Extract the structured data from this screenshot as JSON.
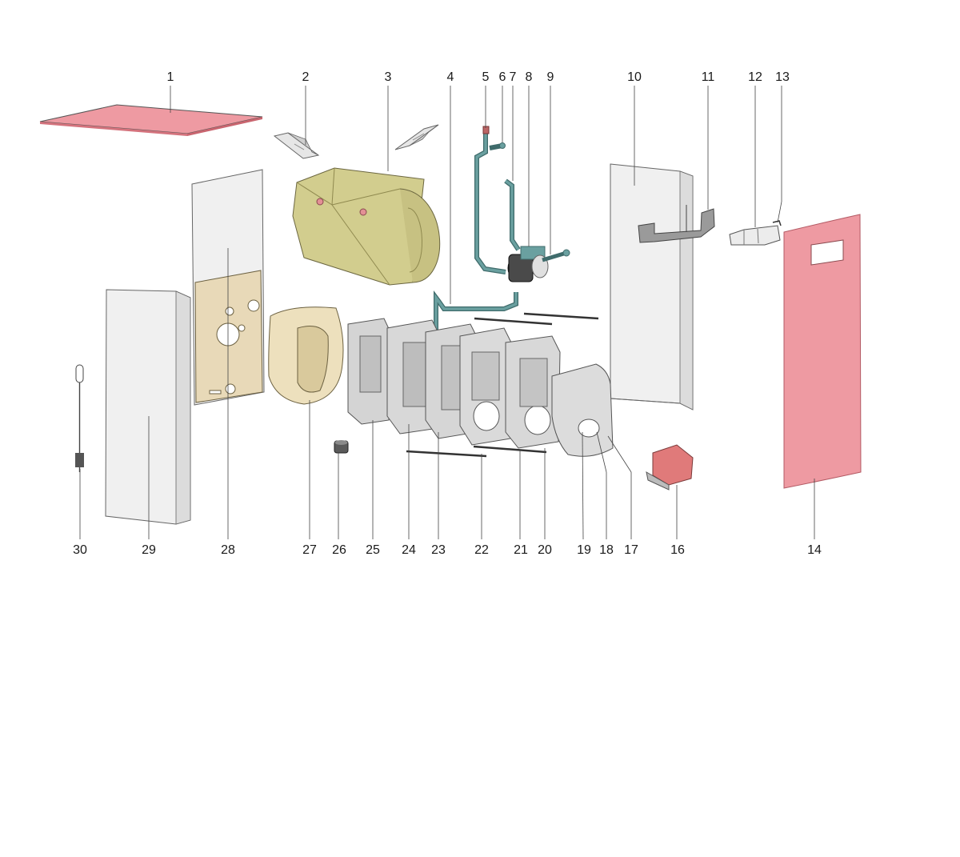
{
  "colors": {
    "pink_panel": "#ee9aa2",
    "pink_dark": "#d4737d",
    "grey_panel": "#f0f0f0",
    "grey_edge": "#cfcfcf",
    "insulation": "#d2cd8e",
    "insulation_dark": "#b8b270",
    "beige_plate": "#e8d9b8",
    "fleece": "#ede0bd",
    "pipe": "#5e8f8f",
    "cast_iron": "#d4d4d4",
    "cast_dark": "#9a9a9a",
    "metal": "#8a8a8a",
    "burner": "#e07a7a"
  },
  "callouts": [
    {
      "id": "1",
      "label": "1"
    },
    {
      "id": "2",
      "label": "2"
    },
    {
      "id": "3",
      "label": "3"
    },
    {
      "id": "4",
      "label": "4"
    },
    {
      "id": "5",
      "label": "5"
    },
    {
      "id": "6",
      "label": "6"
    },
    {
      "id": "7",
      "label": "7"
    },
    {
      "id": "8",
      "label": "8"
    },
    {
      "id": "9",
      "label": "9"
    },
    {
      "id": "10",
      "label": "10"
    },
    {
      "id": "11",
      "label": "11"
    },
    {
      "id": "12",
      "label": "12"
    },
    {
      "id": "13",
      "label": "13"
    },
    {
      "id": "14",
      "label": "14"
    },
    {
      "id": "16",
      "label": "16"
    },
    {
      "id": "17",
      "label": "17"
    },
    {
      "id": "18",
      "label": "18"
    },
    {
      "id": "19",
      "label": "19"
    },
    {
      "id": "20",
      "label": "20"
    },
    {
      "id": "21",
      "label": "21"
    },
    {
      "id": "22",
      "label": "22"
    },
    {
      "id": "23",
      "label": "23"
    },
    {
      "id": "24",
      "label": "24"
    },
    {
      "id": "25",
      "label": "25"
    },
    {
      "id": "26",
      "label": "26"
    },
    {
      "id": "27",
      "label": "27"
    },
    {
      "id": "28",
      "label": "28"
    },
    {
      "id": "29",
      "label": "29"
    },
    {
      "id": "30",
      "label": "30"
    }
  ]
}
